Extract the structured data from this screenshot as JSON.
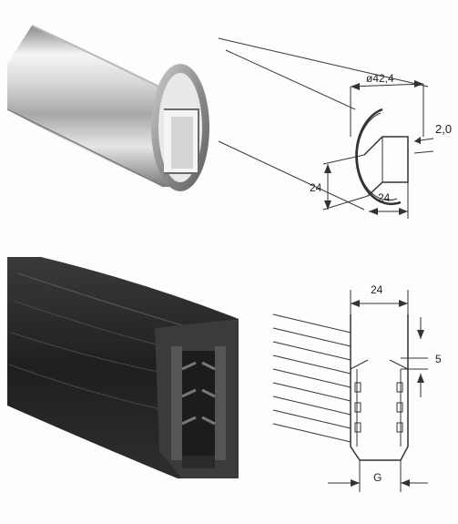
{
  "colors": {
    "steel_light": "#f2f2f2",
    "steel_dark": "#6e6e6e",
    "rubber": "#2c2c2c",
    "rubber_edge": "#4a4a4a",
    "line": "#333333",
    "background": "#fdfdfd"
  },
  "profile_top": {
    "name": "stainless-steel-handrail-tube",
    "dims": {
      "diameter": "ø42,4",
      "wall": "2,0",
      "slot_height": "24",
      "slot_width": "24"
    }
  },
  "profile_bottom": {
    "name": "rubber-glass-insert-profile",
    "dims": {
      "width": "24",
      "lip": "5",
      "glass": "G"
    }
  }
}
